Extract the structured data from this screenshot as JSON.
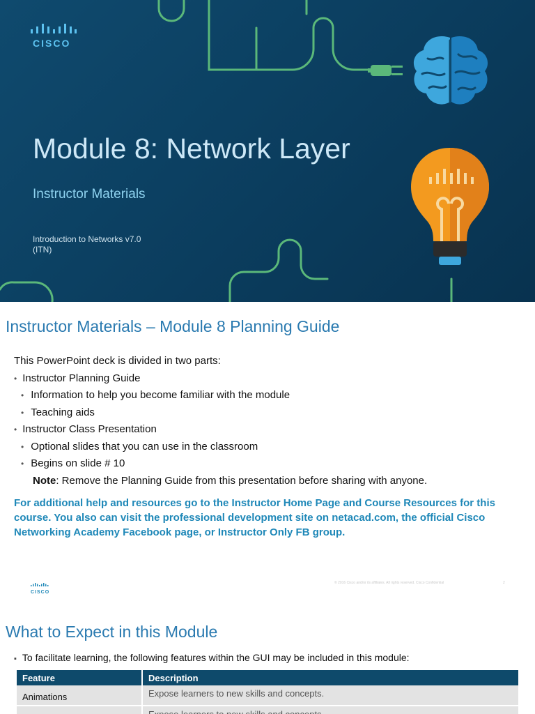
{
  "slide1": {
    "logo_text": "CISCO",
    "title": "Module 8: Network Layer",
    "subtitle": "Instructor Materials",
    "course_line1": "Introduction to Networks  v7.0",
    "course_line2": "(ITN)"
  },
  "slide2": {
    "heading": "Instructor Materials – Module 8 Planning Guide",
    "intro": "This PowerPoint deck is divided in two parts:",
    "bullet1": "Instructor Planning Guide",
    "bullet1_sub1": "Information to help you become familiar with the module",
    "bullet1_sub2": "Teaching aids",
    "bullet2": "Instructor Class Presentation",
    "bullet2_sub1": "Optional slides that you can use in the classroom",
    "bullet2_sub2": "Begins on slide # 10",
    "note_label": "Note",
    "note_text": ": Remove the Planning Guide from this presentation before sharing with anyone.",
    "help_text": "For additional help and resources go to the Instructor Home Page and Course Resources for this course. You also can visit the professional development site on netacad.com, the official Cisco Networking Academy Facebook page, or Instructor Only FB group.",
    "footer_logo": "CISCO",
    "footer_text": "© 2016 Cisco and/or its affiliates. All rights reserved.   Cisco Confidential",
    "page_number": "2"
  },
  "slide3": {
    "heading": "What to Expect in this Module",
    "intro": "To facilitate learning, the following features within the GUI may be included in this module:",
    "table": {
      "headers": [
        "Feature",
        "Description"
      ],
      "rows": [
        [
          "Animations",
          "Expose learners to new skills and concepts."
        ],
        [
          "",
          "Expose learners to new skills and concepts."
        ]
      ]
    }
  },
  "colors": {
    "title_bg": "#0b3d5e",
    "accent_blue": "#2a7ab0",
    "help_blue": "#1f88b8",
    "table_header": "#0e4a6b",
    "circuit_green": "#5bb87a",
    "bulb_orange": "#f39a1f"
  },
  "icons": [
    "cisco-logo-icon",
    "brain-icon",
    "plug-icon",
    "lightbulb-icon",
    "circuit-line-icon"
  ]
}
